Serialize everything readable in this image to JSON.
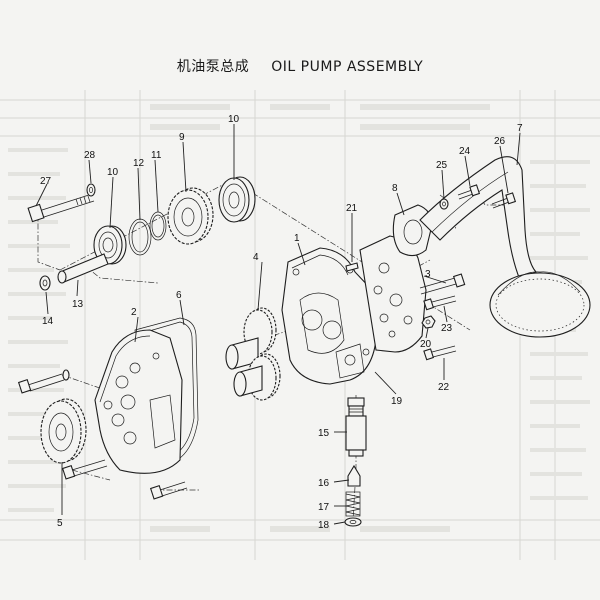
{
  "title": {
    "zh": "机油泵总成",
    "en": "OIL PUMP ASSEMBLY"
  },
  "part_numbers": [
    "1",
    "2",
    "3",
    "4",
    "5",
    "6",
    "7",
    "8",
    "9",
    "10",
    "10",
    "11",
    "12",
    "13",
    "14",
    "15",
    "16",
    "17",
    "18",
    "19",
    "20",
    "21",
    "22",
    "23",
    "24",
    "25",
    "26",
    "27",
    "28"
  ]
}
